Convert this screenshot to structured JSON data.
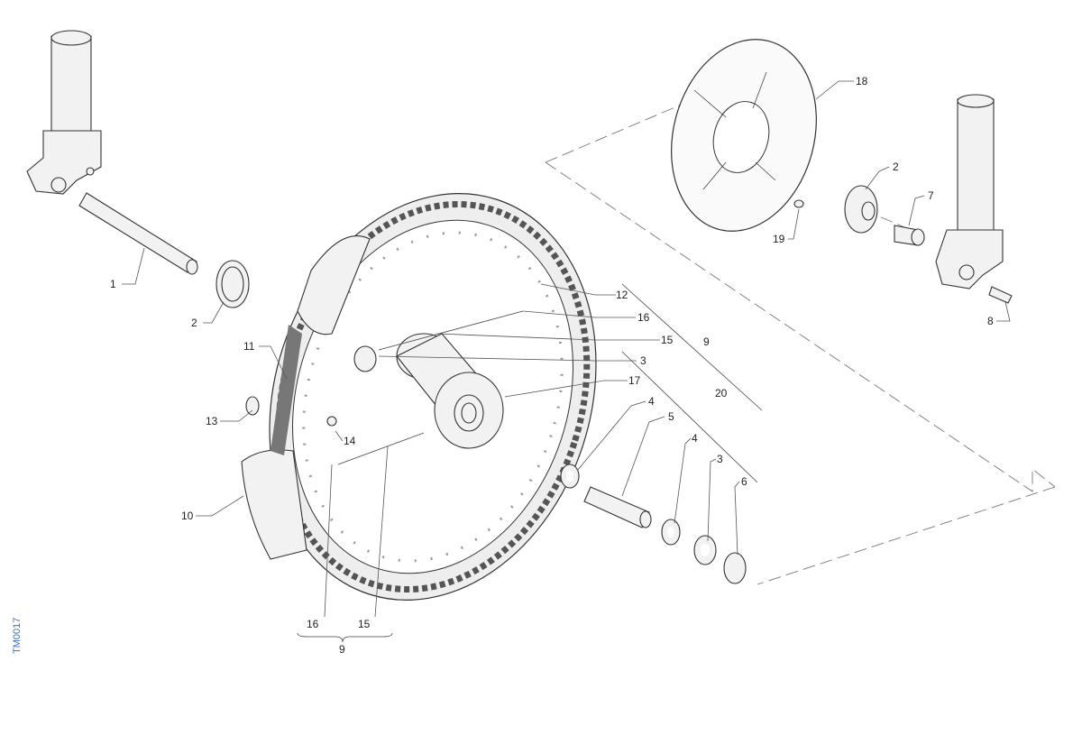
{
  "diagram": {
    "drawing_code": "TM0017",
    "callouts": [
      "1",
      "2",
      "11",
      "13",
      "14",
      "10",
      "12",
      "16",
      "15",
      "9",
      "3",
      "17",
      "20",
      "4",
      "5",
      "4",
      "3",
      "6",
      "18",
      "2",
      "7",
      "19",
      "8",
      "16",
      "15",
      "9"
    ]
  }
}
